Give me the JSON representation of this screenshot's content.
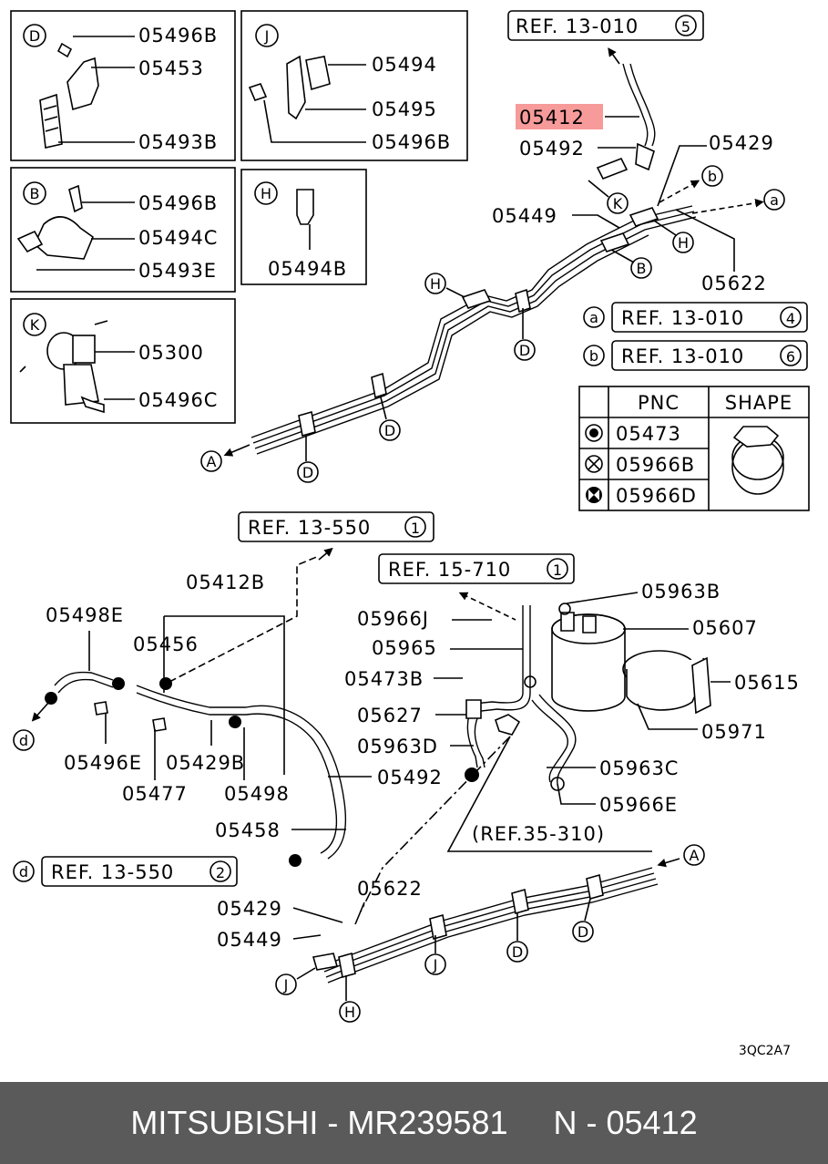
{
  "insets": {
    "D": {
      "letter": "D",
      "parts": [
        "05496B",
        "05453",
        "05493B"
      ]
    },
    "J": {
      "letter": "J",
      "parts": [
        "05494",
        "05495",
        "05496B"
      ]
    },
    "B": {
      "letter": "B",
      "parts": [
        "05496B",
        "05494C",
        "05493E"
      ]
    },
    "H": {
      "letter": "H",
      "parts": [
        "05494B"
      ]
    },
    "K": {
      "letter": "K",
      "parts": [
        "05300",
        "05496C"
      ]
    }
  },
  "refs": {
    "top": {
      "text": "REF. 13-010",
      "num": "5"
    },
    "a": {
      "key": "a",
      "text": "REF. 13-010",
      "num": "4"
    },
    "b": {
      "key": "b",
      "text": "REF. 13-010",
      "num": "6"
    },
    "mid1": {
      "text": "REF. 13-550",
      "num": "1"
    },
    "mid2": {
      "text": "REF. 15-710",
      "num": "1"
    },
    "d": {
      "key": "d",
      "text": "REF. 13-550",
      "num": "2"
    },
    "r35": "(REF.35-310)"
  },
  "clamp_table": {
    "headers": [
      "PNC",
      "SHAPE"
    ],
    "rows": [
      "05473",
      "05966B",
      "05966D"
    ]
  },
  "upper_parts": {
    "highlight": "05412",
    "p05492": "05492",
    "p05429": "05429",
    "p05449": "05449",
    "p05622": "05622"
  },
  "upper_callouts": {
    "K": "K",
    "H1": "H",
    "H2": "H",
    "B": "B",
    "D1": "D",
    "D2": "D",
    "D3": "D",
    "A": "A",
    "a": "a",
    "b": "b"
  },
  "lower_parts": {
    "p05412B": "05412B",
    "p05498E": "05498E",
    "p05456": "05456",
    "p05496E": "05496E",
    "p05429B": "05429B",
    "p05477": "05477",
    "p05498": "05498",
    "p05492": "05492",
    "p05458": "05458",
    "p05966J": "05966J",
    "p05963B": "05963B",
    "p05607": "05607",
    "p05965": "05965",
    "p05473B": "05473B",
    "p05615": "05615",
    "p05627": "05627",
    "p05971": "05971",
    "p05963D": "05963D",
    "p05963C": "05963C",
    "p05966E": "05966E",
    "p05622": "05622",
    "p05429": "05429",
    "p05449": "05449"
  },
  "lower_callouts": {
    "d": "d",
    "A": "A",
    "J1": "J",
    "J2": "J",
    "D1": "D",
    "D2": "D",
    "H": "H"
  },
  "code": "3QC2A7",
  "footer": "MITSUBISHI - MR239581     N - 05412",
  "colors": {
    "highlight": "#f79a9a",
    "footer_bg": "#5a5a5a",
    "footer_text": "#ffffff"
  }
}
